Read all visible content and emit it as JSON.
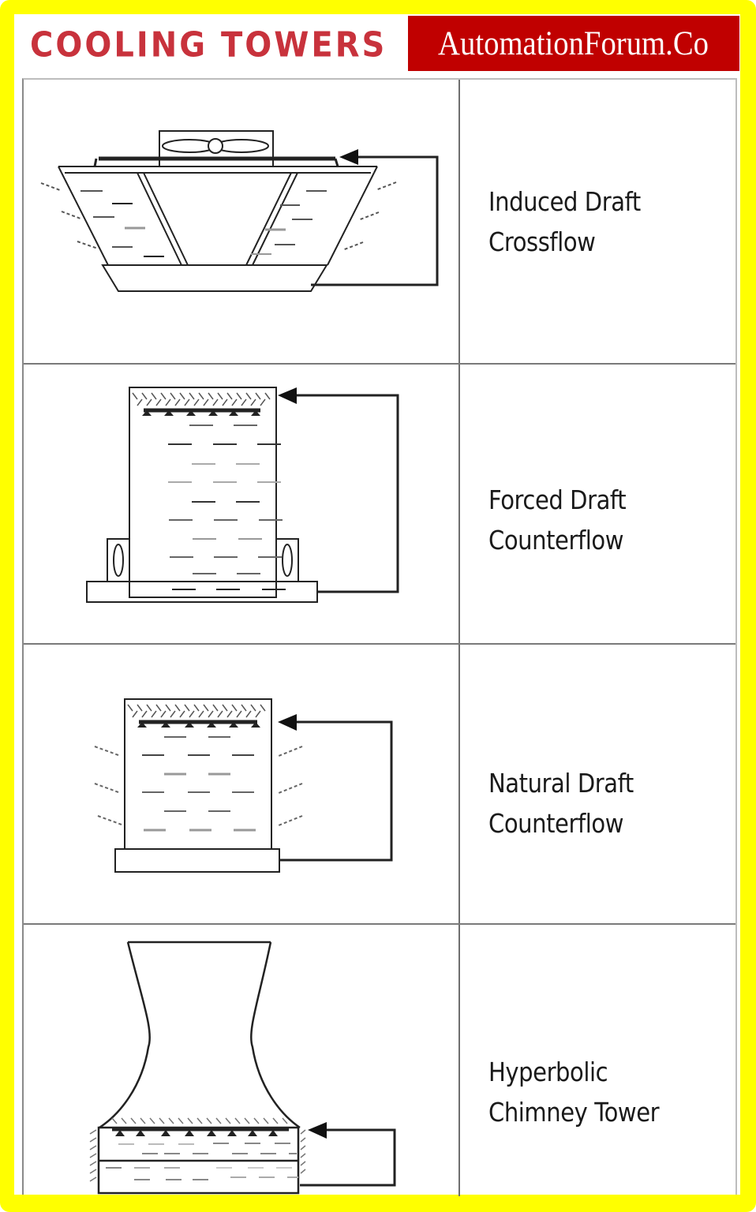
{
  "header": {
    "title": "COOLING TOWERS",
    "brand": "AutomationForum.Co"
  },
  "colors": {
    "frame": "#ffff00",
    "title": "#c8323c",
    "brand_bg": "#c00000",
    "brand_text": "#ffffff"
  },
  "rows": [
    {
      "line1": "Induced Draft",
      "line2": "Crossflow",
      "figure": "induced-draft-crossflow-tower"
    },
    {
      "line1": "Forced Draft",
      "line2": "Counterflow",
      "figure": "forced-draft-counterflow-tower"
    },
    {
      "line1": "Natural Draft",
      "line2": "Counterflow",
      "figure": "natural-draft-counterflow-tower"
    },
    {
      "line1": "Hyperbolic",
      "line2": "Chimney Tower",
      "figure": "hyperbolic-chimney-tower"
    }
  ]
}
